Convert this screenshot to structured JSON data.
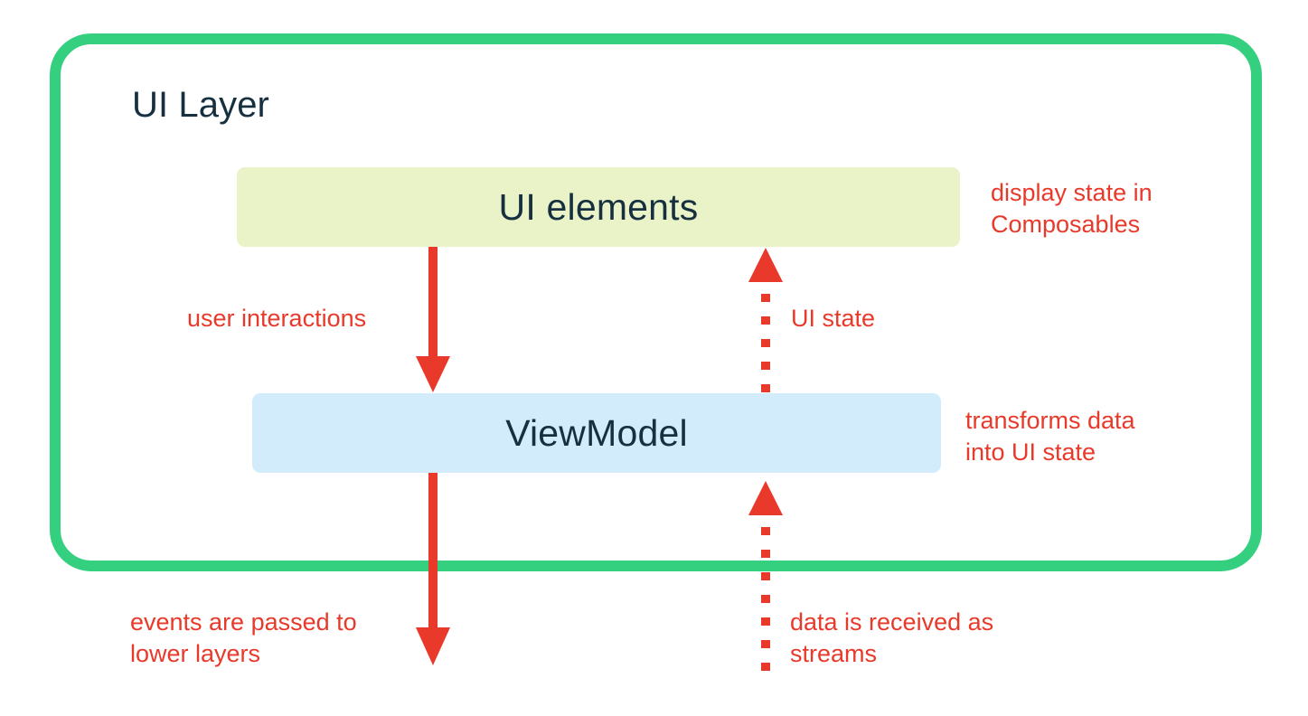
{
  "diagram": {
    "title": "UI Layer",
    "colors": {
      "layer_border": "#34d07f",
      "ui_elements_fill": "#eaf2c8",
      "viewmodel_fill": "#d2ecfc",
      "annotation_text": "#e8392a",
      "box_text": "#16303f",
      "background": "#ffffff"
    },
    "boxes": [
      {
        "id": "ui-elements",
        "label": "UI elements"
      },
      {
        "id": "viewmodel",
        "label": "ViewModel"
      }
    ],
    "annotations": [
      {
        "id": "display-state",
        "text": "display state in\nComposables"
      },
      {
        "id": "transforms-data",
        "text": "transforms data\ninto UI state"
      },
      {
        "id": "user-interactions",
        "text": "user interactions"
      },
      {
        "id": "ui-state",
        "text": "UI state"
      },
      {
        "id": "events-passed",
        "text": "events are passed to\nlower layers"
      },
      {
        "id": "data-streams",
        "text": "data is received as\nstreams"
      }
    ],
    "arrows": [
      {
        "id": "user-interactions-arrow",
        "style": "solid",
        "direction": "down",
        "from": "UI elements",
        "to": "ViewModel"
      },
      {
        "id": "ui-state-arrow",
        "style": "dotted",
        "direction": "up",
        "from": "ViewModel",
        "to": "UI elements"
      },
      {
        "id": "events-arrow",
        "style": "solid",
        "direction": "down",
        "from": "ViewModel",
        "to": "lower layers"
      },
      {
        "id": "data-streams-arrow",
        "style": "dotted",
        "direction": "up",
        "from": "lower layers",
        "to": "ViewModel"
      }
    ]
  }
}
